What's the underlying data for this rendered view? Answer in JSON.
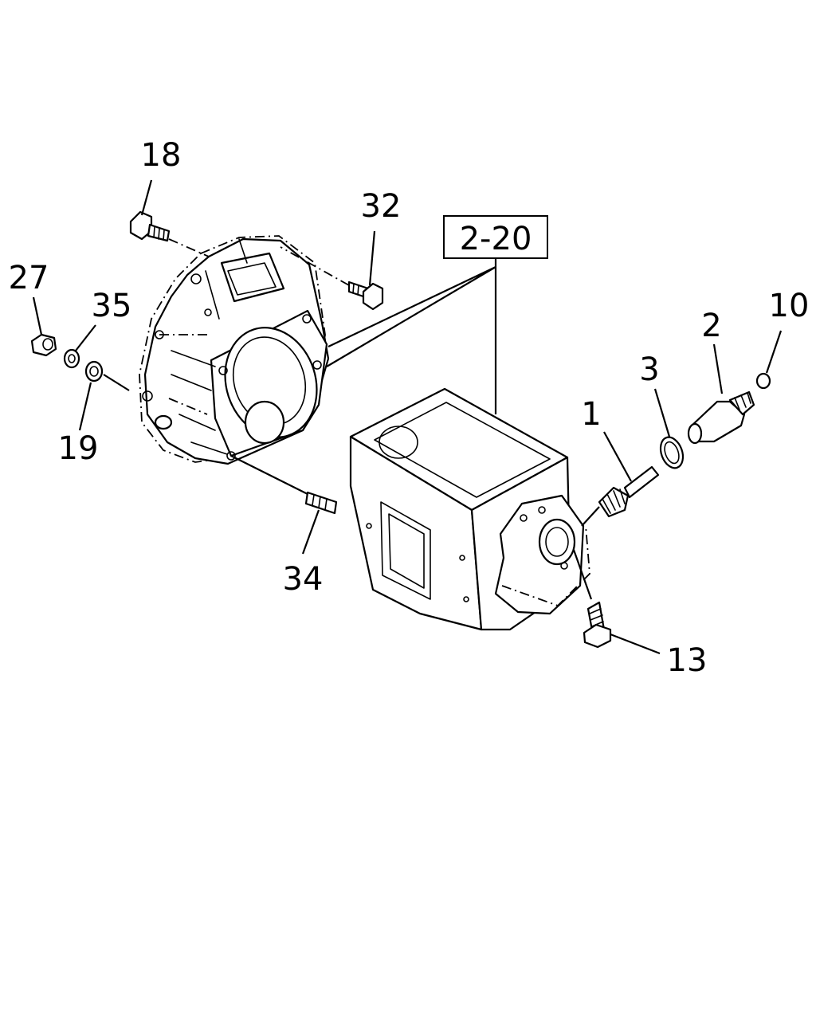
{
  "diagram": {
    "reference_label": "2-20",
    "callouts": {
      "c18": "18",
      "c32": "32",
      "c27": "27",
      "c35": "35",
      "c19": "19",
      "c34": "34",
      "c1": "1",
      "c2": "2",
      "c3": "3",
      "c10": "10",
      "c13": "13"
    }
  }
}
